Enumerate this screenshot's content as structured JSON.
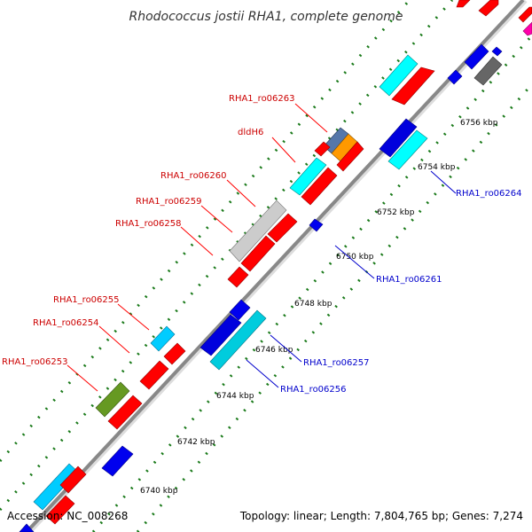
{
  "title": "Rhodococcus jostii RHA1, complete genome",
  "accession": "Accession: NC_008268",
  "topology": "Topology: linear; Length: 7,804,765 bp; Genes: 7,274",
  "colors": {
    "forward_label": "#cc0000",
    "reverse_label": "#0000cc",
    "axis": "#999999",
    "ticks": "#1a7a1a"
  },
  "scale_ticks": [
    {
      "kbp": 6740,
      "label": "6740 kbp"
    },
    {
      "kbp": 6742,
      "label": "6742 kbp"
    },
    {
      "kbp": 6744,
      "label": "6744 kbp"
    },
    {
      "kbp": 6746,
      "label": "6746 kbp"
    },
    {
      "kbp": 6748,
      "label": "6748 kbp"
    },
    {
      "kbp": 6750,
      "label": "6750 kbp"
    },
    {
      "kbp": 6752,
      "label": "6752 kbp"
    },
    {
      "kbp": 6754,
      "label": "6754 kbp"
    },
    {
      "kbp": 6756,
      "label": "6756 kbp"
    }
  ],
  "gene_labels": [
    {
      "name": "RHA1_ro06263",
      "strand": "forward"
    },
    {
      "name": "dldH6",
      "strand": "forward"
    },
    {
      "name": "RHA1_ro06260",
      "strand": "forward"
    },
    {
      "name": "RHA1_ro06259",
      "strand": "forward"
    },
    {
      "name": "RHA1_ro06258",
      "strand": "forward"
    },
    {
      "name": "RHA1_ro06255",
      "strand": "forward"
    },
    {
      "name": "RHA1_ro06254",
      "strand": "forward"
    },
    {
      "name": "RHA1_ro06253",
      "strand": "forward"
    },
    {
      "name": "RHA1_ro06264",
      "strand": "reverse"
    },
    {
      "name": "RHA1_ro06261",
      "strand": "reverse"
    },
    {
      "name": "RHA1_ro06257",
      "strand": "reverse"
    },
    {
      "name": "RHA1_ro06256",
      "strand": "reverse"
    }
  ]
}
